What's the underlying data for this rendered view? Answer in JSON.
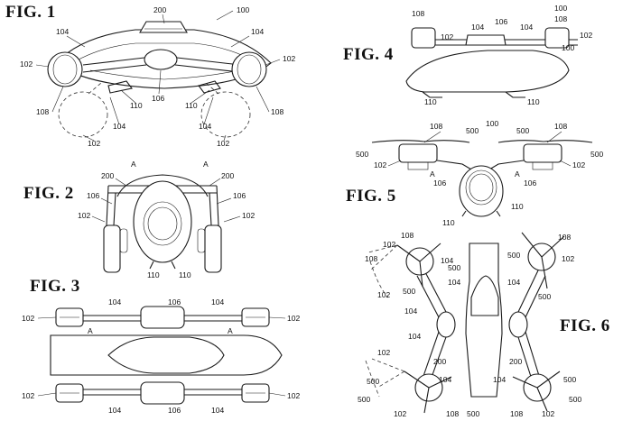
{
  "figures": {
    "fig1": "FIG. 1",
    "fig2": "FIG. 2",
    "fig3": "FIG. 3",
    "fig4": "FIG. 4",
    "fig5": "FIG. 5",
    "fig6": "FIG. 6"
  },
  "refs": {
    "r100": "100",
    "r102": "102",
    "r104": "104",
    "r106": "106",
    "r108": "108",
    "r110": "110",
    "r200": "200",
    "r500": "500",
    "rA": "A"
  }
}
